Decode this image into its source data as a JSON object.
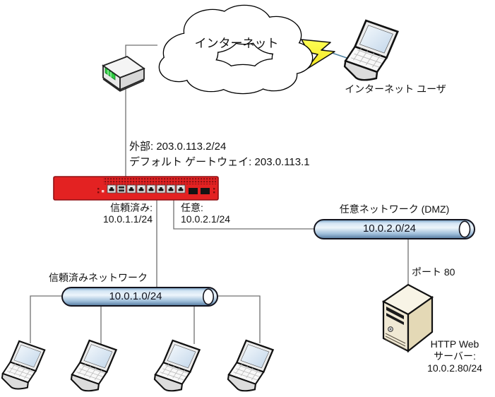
{
  "cloud": {
    "label": "インターネット"
  },
  "internet_user": {
    "label": "インターネット ユーザ"
  },
  "wan": {
    "external": "外部: 203.0.113.2/24",
    "gateway": "デフォルト ゲートウェイ: 203.0.113.1"
  },
  "interfaces": {
    "trusted": {
      "name": "信頼済み:",
      "ip": "10.0.1.1/24"
    },
    "optional": {
      "name": "任意:",
      "ip": "10.0.2.1/24"
    }
  },
  "networks": {
    "dmz": {
      "title": "任意ネットワーク (DMZ)",
      "subnet": "10.0.2.0/24"
    },
    "trusted": {
      "title": "信頼済みネットワーク",
      "subnet": "10.0.1.0/24"
    }
  },
  "server": {
    "port": "ポート 80",
    "name_line1": "HTTP Web",
    "name_line2": "サーバー:",
    "name_line3": "10.0.2.80/24"
  },
  "icons": {
    "cloud": "internet-cloud",
    "modem": "cable-modem",
    "firewall": "firebox-firewall",
    "lightning": "wireless-link-bolt",
    "pipe": "ethernet-segment",
    "laptop": "laptop-client",
    "server": "tower-server"
  },
  "colors": {
    "firewall_red": "#e32222",
    "firewall_grille": "#8f1014",
    "pipe_light": "#edf5fb",
    "pipe_dark": "#53799f",
    "bolt_yellow": "#ffff33",
    "modem_led_green": "#2ecc40",
    "line_gray": "#707070"
  }
}
